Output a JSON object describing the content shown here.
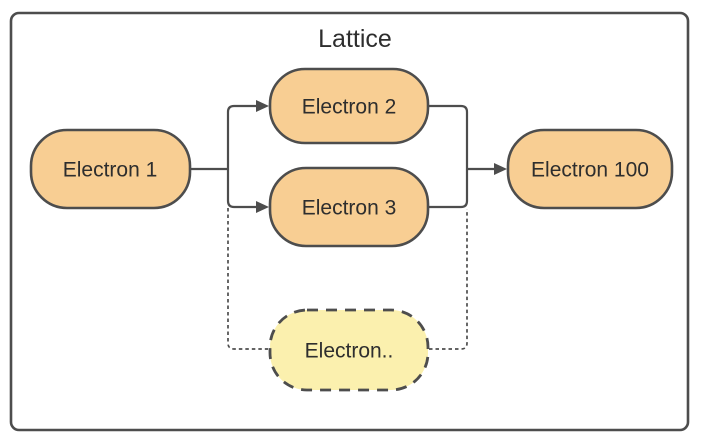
{
  "diagram": {
    "title": "Lattice",
    "nodes": [
      {
        "id": "electron-1",
        "label": "Electron 1",
        "style": "solid"
      },
      {
        "id": "electron-2",
        "label": "Electron 2",
        "style": "solid"
      },
      {
        "id": "electron-3",
        "label": "Electron 3",
        "style": "solid"
      },
      {
        "id": "electron-100",
        "label": "Electron 100",
        "style": "solid"
      },
      {
        "id": "electron-etc",
        "label": "Electron..",
        "style": "dashed"
      }
    ],
    "edges": [
      {
        "from": "electron-1",
        "to": "electron-2",
        "style": "solid",
        "arrow": true
      },
      {
        "from": "electron-1",
        "to": "electron-3",
        "style": "solid",
        "arrow": true
      },
      {
        "from": "electron-2",
        "to": "electron-100",
        "style": "solid",
        "arrow": true
      },
      {
        "from": "electron-3",
        "to": "electron-100",
        "style": "solid",
        "arrow": true
      },
      {
        "from": "electron-1",
        "to": "electron-etc",
        "style": "dashed",
        "arrow": false
      },
      {
        "from": "electron-etc",
        "to": "electron-100",
        "style": "dashed",
        "arrow": false
      }
    ],
    "colors": {
      "node_fill": "#F8CE93",
      "node_fill_alt": "#FBF0AE",
      "stroke": "#4D4D4D",
      "text": "#2E2E2E",
      "background": "#FFFFFF"
    }
  }
}
